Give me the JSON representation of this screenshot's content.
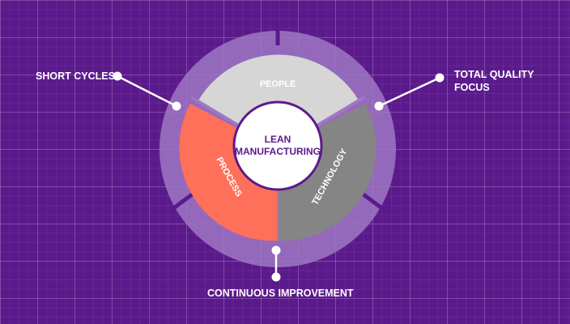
{
  "center": {
    "line1": "LEAN",
    "line2": "MANUFACTURING"
  },
  "segments": {
    "top": "PEOPLE",
    "left": "PROCESS",
    "right": "TECHNOLOGY"
  },
  "callouts": {
    "short_cycles": "SHORT CYCLES",
    "total_quality": "TOTAL QUALITY FOCUS",
    "continuous": "CONTINUOUS IMPROVEMENT"
  },
  "colors": {
    "background": "#5b1a8b",
    "outer_ring": "#9f78c3",
    "people": "#d6d6d6",
    "process": "#ff705a",
    "technology": "#858585",
    "center_text": "#5b1a8b",
    "white": "#ffffff"
  }
}
